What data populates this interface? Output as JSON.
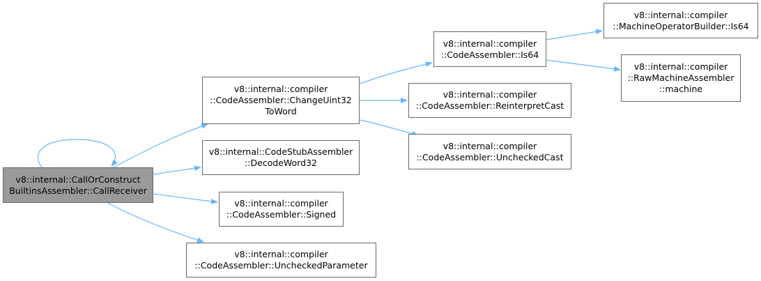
{
  "graph": {
    "accent": "#63b8ff",
    "root_fill": "#9a9a9a",
    "nodes": [
      {
        "id": "root",
        "lines": [
          "v8::internal::CallOrConstruct",
          "BuiltinsAssembler::CallReceiver"
        ]
      },
      {
        "id": "changeuint32",
        "lines": [
          "v8::internal::compiler",
          "::CodeAssembler::ChangeUint32",
          "ToWord"
        ]
      },
      {
        "id": "decodeword32",
        "lines": [
          "v8::internal::CodeStubAssembler",
          "::DecodeWord32"
        ]
      },
      {
        "id": "signed",
        "lines": [
          "v8::internal::compiler",
          "::CodeAssembler::Signed"
        ]
      },
      {
        "id": "uncheckedparameter",
        "lines": [
          "v8::internal::compiler",
          "::CodeAssembler::UncheckedParameter"
        ]
      },
      {
        "id": "is64",
        "lines": [
          "v8::internal::compiler",
          "::CodeAssembler::Is64"
        ]
      },
      {
        "id": "reinterpretcast",
        "lines": [
          "v8::internal::compiler",
          "::CodeAssembler::ReinterpretCast"
        ]
      },
      {
        "id": "uncheckedcast",
        "lines": [
          "v8::internal::compiler",
          "::CodeAssembler::UncheckedCast"
        ]
      },
      {
        "id": "machineoperatorbuilder",
        "lines": [
          "v8::internal::compiler",
          "::MachineOperatorBuilder::Is64"
        ]
      },
      {
        "id": "rawmachineassembler",
        "lines": [
          "v8::internal::compiler",
          "::RawMachineAssembler",
          "::machine"
        ]
      }
    ],
    "edges": [
      {
        "from": "root",
        "to": "root"
      },
      {
        "from": "root",
        "to": "changeuint32"
      },
      {
        "from": "root",
        "to": "decodeword32"
      },
      {
        "from": "root",
        "to": "signed"
      },
      {
        "from": "root",
        "to": "uncheckedparameter"
      },
      {
        "from": "changeuint32",
        "to": "is64"
      },
      {
        "from": "changeuint32",
        "to": "reinterpretcast"
      },
      {
        "from": "changeuint32",
        "to": "uncheckedcast"
      },
      {
        "from": "is64",
        "to": "machineoperatorbuilder"
      },
      {
        "from": "is64",
        "to": "rawmachineassembler"
      }
    ]
  }
}
